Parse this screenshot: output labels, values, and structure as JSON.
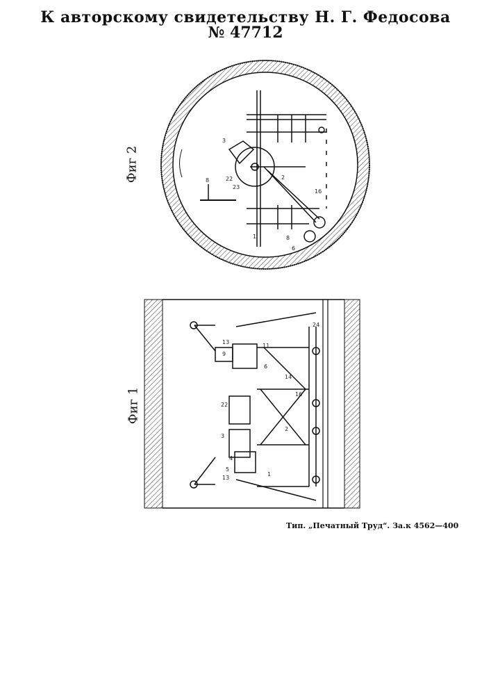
{
  "header": {
    "title": "К авторскому свидетельству Н. Г. Федосова",
    "patent_no": "№ 47712"
  },
  "figures": {
    "fig2_label": "Фиг 2",
    "fig1_label": "Фиг 1"
  },
  "footer": {
    "print_info": "Тип. „Печатный Труд“. За.к 4562—400"
  },
  "fig2_numbers": [
    "3",
    "22",
    "23",
    "8",
    "2",
    "16",
    "1",
    "8",
    "6"
  ],
  "fig1_numbers": [
    "13",
    "9",
    "11",
    "24",
    "6",
    "14",
    "16",
    "22",
    "3",
    "4",
    "5",
    "2",
    "13",
    "1"
  ]
}
